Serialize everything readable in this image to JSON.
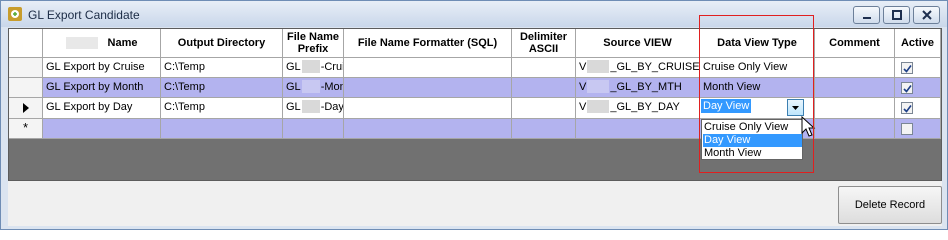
{
  "window": {
    "title": "GL Export Candidate"
  },
  "columns": [
    "Name",
    "Output Directory",
    "File Name Prefix",
    "File Name Formatter (SQL)",
    "Delimiter ASCII",
    "Source VIEW",
    "Data View Type",
    "Comment",
    "Active"
  ],
  "rows": [
    {
      "name": "GL Export by Cruise",
      "output_dir": "C:\\Temp",
      "prefix_start": "GL",
      "prefix_end": "-Cruis",
      "source_start": "V",
      "source_end": "_GL_BY_CRUISE",
      "view_type": "Cruise Only View",
      "active": true
    },
    {
      "name": "GL Export by Month",
      "output_dir": "C:\\Temp",
      "prefix_start": "GL",
      "prefix_end": "-Mont",
      "source_start": "V",
      "source_end": "_GL_BY_MTH",
      "view_type": "Month View",
      "active": true
    },
    {
      "name": "GL Export by Day",
      "output_dir": "C:\\Temp",
      "prefix_start": "GL",
      "prefix_end": "-Day-",
      "source_start": "V",
      "source_end": "_GL_BY_DAY",
      "view_type": "Day View",
      "active": true
    }
  ],
  "dropdown": {
    "selected": "Day View",
    "options": [
      "Cruise Only View",
      "Day View",
      "Month View"
    ]
  },
  "new_row_marker": "*",
  "buttons": {
    "delete_record": "Delete Record"
  },
  "colors": {
    "selected_row": "#b3b3ef",
    "highlight": "#3399ff",
    "annotation": "#e02020"
  }
}
